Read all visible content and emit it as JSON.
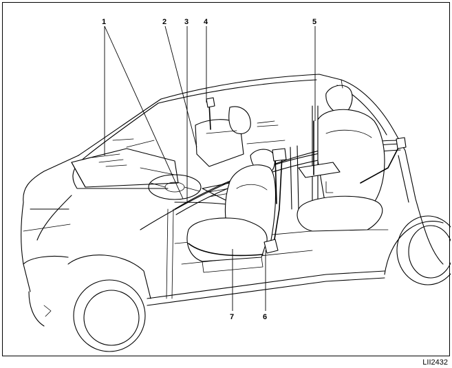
{
  "figure": {
    "code": "LII2432",
    "callouts": [
      {
        "id": "c1",
        "label": "1"
      },
      {
        "id": "c2",
        "label": "2"
      },
      {
        "id": "c3",
        "label": "3"
      },
      {
        "id": "c4",
        "label": "4"
      },
      {
        "id": "c5",
        "label": "5"
      },
      {
        "id": "c6",
        "label": "6"
      },
      {
        "id": "c7",
        "label": "7"
      }
    ]
  }
}
